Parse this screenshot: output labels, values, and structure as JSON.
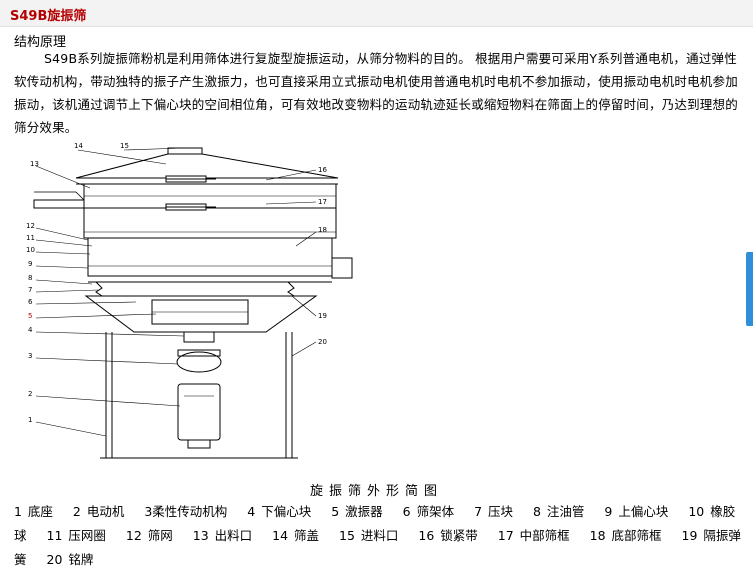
{
  "header": {
    "title": "S49B旋振筛"
  },
  "content": {
    "section_title": "结构原理",
    "intro": "S49B系列旋振筛粉机是利用筛体进行复旋型旋振运动，从筛分物料的目的。 根据用户需要可采用Y系列普通电机，通过弹性软传动机构，带动独特的振子产生激振力，也可直接采用立式振动电机使用普通电机时电机不参加振动，使用振动电机时电机参加振动，该机通过调节上下偏心块的空间相位角，可有效地改变物料的运动轨迹延长或缩短物料在筛面上的停留时间，乃达到理想的筛分效果。"
  },
  "diagram": {
    "callouts": [
      "14",
      "15",
      "16",
      "13",
      "17",
      "12",
      "11",
      "10",
      "18",
      "9",
      "8",
      "7",
      "6",
      "5",
      "4",
      "3",
      "2",
      "1",
      "19",
      "20"
    ],
    "caption": "旋振筛外形简图"
  },
  "legend": [
    "1 底座",
    "2 电动机",
    "3柔性传动机构",
    "4 下偏心块",
    "5 激振器",
    "6 筛架体",
    "7 压块",
    "8 注油管",
    "9 上偏心块",
    "10 橡胶球",
    "11 压网圈",
    "12 筛网",
    "13 出料口",
    "14 筛盖",
    "15 进料口",
    "16 锁紧带",
    "17 中部筛框",
    "18 底部筛框",
    "19 隔振弹簧",
    "20 铭牌"
  ]
}
